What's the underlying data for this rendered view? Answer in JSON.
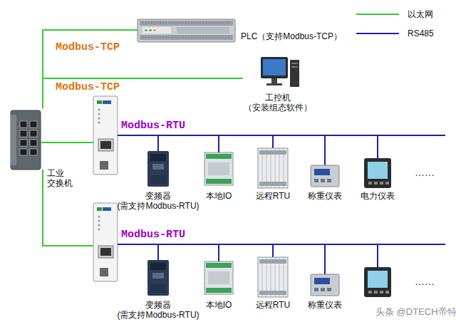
{
  "diagram": {
    "nodes": [
      {
        "text": [
          "PLC（支持Modbus-TCP）"
        ]
      },
      {
        "text": [
          "工控机 （安装组态软件）"
        ]
      },
      {
        "text": [
          "工业 交换机"
        ]
      },
      {
        "text": [
          "变频器 (需支持Modbus-RTU)"
        ]
      },
      {
        "text": [
          "本地IO"
        ]
      },
      {
        "text": [
          "远程RTU"
        ]
      },
      {
        "text": [
          "称重仪表"
        ]
      },
      {
        "text": [
          "电力仪表"
        ]
      },
      {
        "text": [
          "变频器 (需支持Modbus-RTU)"
        ]
      },
      {
        "text": [
          "本地IO"
        ]
      },
      {
        "text": [
          "远程RTU"
        ]
      },
      {
        "text": [
          "称重仪表"
        ]
      }
    ],
    "edges": [
      {
        "from": 2,
        "to": 0,
        "arrow": "none",
        "label": "Modbus-TCP"
      },
      {
        "from": 2,
        "to": 1,
        "arrow": "none",
        "label": "Modbus-TCP"
      }
    ],
    "labels": [
      "Modbus-RTU",
      "……",
      "Modbus-RTU",
      "……",
      "头条 @DTECH帝特"
    ],
    "legend": [
      {
        "text": "以太网"
      },
      {
        "text": "RS485"
      }
    ]
  }
}
